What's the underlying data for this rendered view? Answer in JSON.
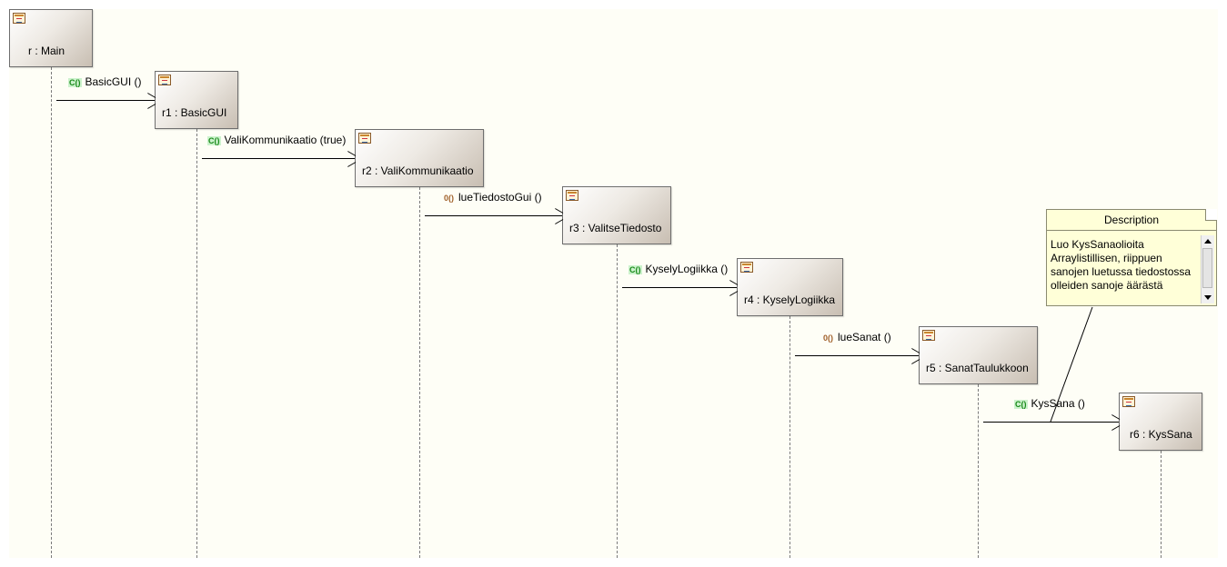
{
  "objects": [
    {
      "label": "r : Main"
    },
    {
      "label": "r1 : BasicGUI"
    },
    {
      "label": "r2 : ValiKommunikaatio"
    },
    {
      "label": "r3 : ValitseTiedosto"
    },
    {
      "label": "r4 : KyselyLogiikka"
    },
    {
      "label": "r5 : SanatTaulukkoon"
    },
    {
      "label": "r6 : KysSana"
    }
  ],
  "messages": [
    {
      "kind": "constructor",
      "badge": "C()",
      "label": "BasicGUI ()"
    },
    {
      "kind": "constructor",
      "badge": "C()",
      "label": "ValiKommunikaatio (true)"
    },
    {
      "kind": "operation",
      "badge": "0()",
      "label": "lueTiedostoGui ()"
    },
    {
      "kind": "constructor",
      "badge": "C()",
      "label": "KyselyLogiikka ()"
    },
    {
      "kind": "operation",
      "badge": "0()",
      "label": "lueSanat ()"
    },
    {
      "kind": "constructor",
      "badge": "C()",
      "label": "KysSana ()"
    }
  ],
  "note": {
    "title": "Description",
    "text": "Luo KysSanaolioita Arraylistillisen, riippuen sanojen luetussa tiedostossa olleiden sanoje äärästä"
  }
}
